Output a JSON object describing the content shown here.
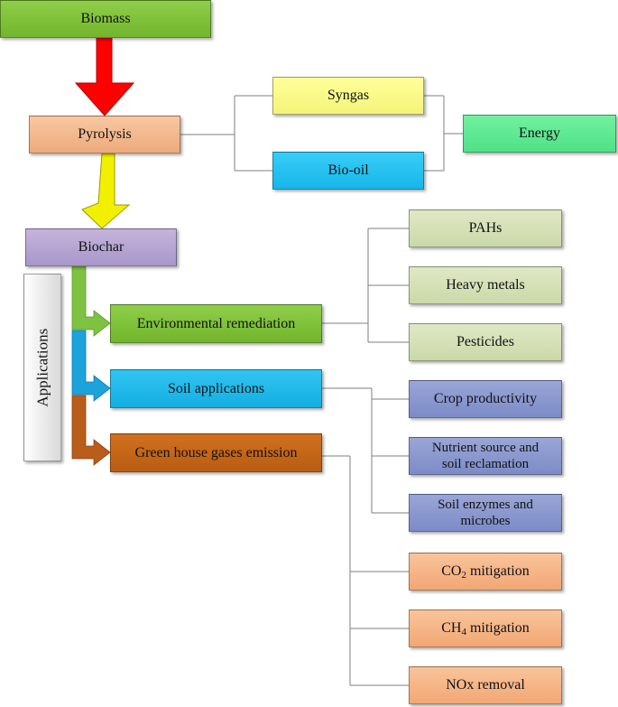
{
  "nodes": {
    "biomass": "Biomass",
    "pyrolysis": "Pyrolysis",
    "syngas": "Syngas",
    "biooil": "Bio-oil",
    "energy": "Energy",
    "biochar": "Biochar",
    "applications": "Applications",
    "env_remediation": "Environmental remediation",
    "soil_applications": "Soil applications",
    "ghg_emission": "Green house gases emission",
    "pahs": "PAHs",
    "heavy_metals": "Heavy metals",
    "pesticides": "Pesticides",
    "crop_productivity": "Crop productivity",
    "nutrient_l1": "Nutrient source and",
    "nutrient_l2": "soil reclamation",
    "enzymes_l1": "Soil enzymes and",
    "enzymes_l2": "microbes",
    "co2_pre": "CO",
    "co2_sub": "2",
    "co2_post": " mitigation",
    "ch4_pre": "CH",
    "ch4_sub": "4",
    "ch4_post": " mitigation",
    "nox": "NOx removal"
  },
  "colors": {
    "arrow_biomass": "#ff0000",
    "arrow_pyrolysis": "#f0f000",
    "arrow_env": "#7fc241",
    "arrow_soil": "#1ca3dc",
    "arrow_ghg": "#b95d1a",
    "connector": "#7f7f7f"
  }
}
